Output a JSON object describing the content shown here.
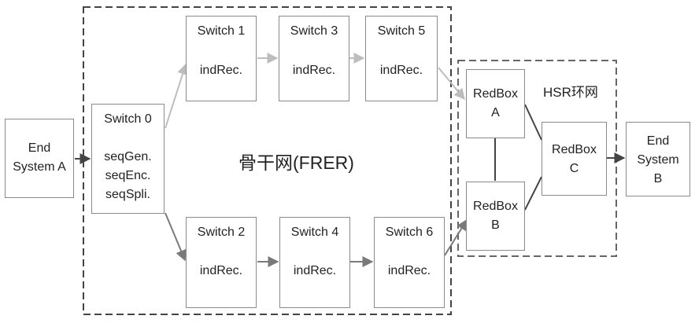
{
  "end_system_a": {
    "line1": "End",
    "line2": "System A"
  },
  "end_system_b": {
    "line1": "End",
    "line2": "System",
    "line3": "B"
  },
  "switch0": {
    "title": "Switch 0",
    "func1": "seqGen.",
    "func2": "seqEnc.",
    "func3": "seqSpli."
  },
  "switch1": {
    "title": "Switch 1",
    "func": "indRec."
  },
  "switch2": {
    "title": "Switch 2",
    "func": "indRec."
  },
  "switch3": {
    "title": "Switch 3",
    "func": "indRec."
  },
  "switch4": {
    "title": "Switch 4",
    "func": "indRec."
  },
  "switch5": {
    "title": "Switch 5",
    "func": "indRec."
  },
  "switch6": {
    "title": "Switch 6",
    "func": "indRec."
  },
  "redbox_a": {
    "line1": "RedBox",
    "line2": "A"
  },
  "redbox_b": {
    "line1": "RedBox",
    "line2": "B"
  },
  "redbox_c": {
    "line1": "RedBox",
    "line2": "C"
  },
  "backbone": {
    "label": "骨干网(FRER)"
  },
  "hsr": {
    "label": "HSR环网"
  },
  "colors": {
    "upper_path": "#bdbdbd",
    "lower_path": "#7a7a7a",
    "main_arrow": "#444444",
    "border": "#8a8a8a",
    "dashed_region": "#555555"
  }
}
